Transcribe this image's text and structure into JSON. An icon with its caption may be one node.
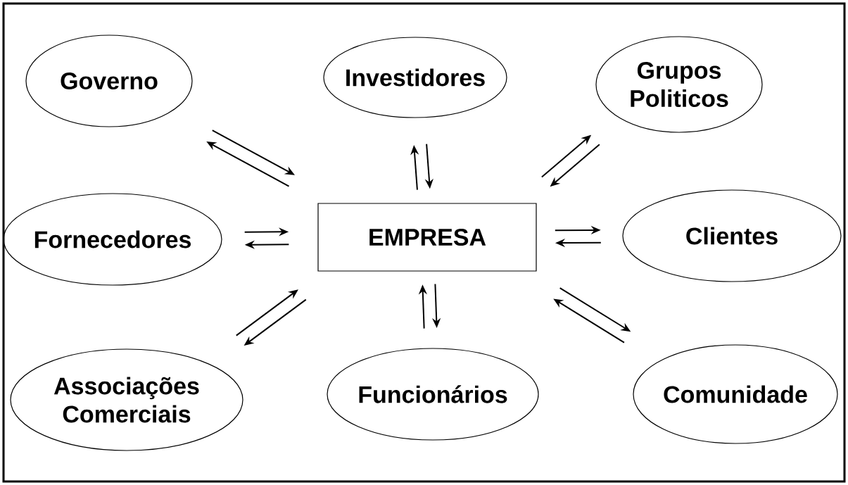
{
  "diagram": {
    "nodes": [
      {
        "text": [
          "Governo"
        ]
      },
      {
        "text": [
          "Investidores"
        ]
      },
      {
        "text": [
          "Grupos Politicos"
        ]
      },
      {
        "text": [
          "Fornecedores"
        ]
      },
      {
        "text": [
          "EMPRESA"
        ]
      },
      {
        "text": [
          "Clientes"
        ]
      },
      {
        "text": [
          "Associações Comerciais"
        ]
      },
      {
        "text": [
          "Funcionários"
        ]
      },
      {
        "text": [
          "Comunidade"
        ]
      }
    ],
    "edges": [
      {
        "from": 0,
        "to": 4,
        "arrow": "to"
      },
      {
        "from": 4,
        "to": 0,
        "arrow": "to"
      },
      {
        "from": 4,
        "to": 1,
        "arrow": "to"
      },
      {
        "from": 1,
        "to": 4,
        "arrow": "to"
      },
      {
        "from": 2,
        "to": 4,
        "arrow": "to"
      },
      {
        "from": 4,
        "to": 2,
        "arrow": "to"
      },
      {
        "from": 3,
        "to": 4,
        "arrow": "to"
      },
      {
        "from": 4,
        "to": 3,
        "arrow": "to"
      },
      {
        "from": 4,
        "to": 5,
        "arrow": "to"
      },
      {
        "from": 5,
        "to": 4,
        "arrow": "to"
      },
      {
        "from": 6,
        "to": 4,
        "arrow": "to"
      },
      {
        "from": 4,
        "to": 6,
        "arrow": "to"
      },
      {
        "from": 4,
        "to": 7,
        "arrow": "to"
      },
      {
        "from": 7,
        "to": 4,
        "arrow": "to"
      },
      {
        "from": 4,
        "to": 8,
        "arrow": "to"
      },
      {
        "from": 8,
        "to": 4,
        "arrow": "to"
      }
    ]
  }
}
